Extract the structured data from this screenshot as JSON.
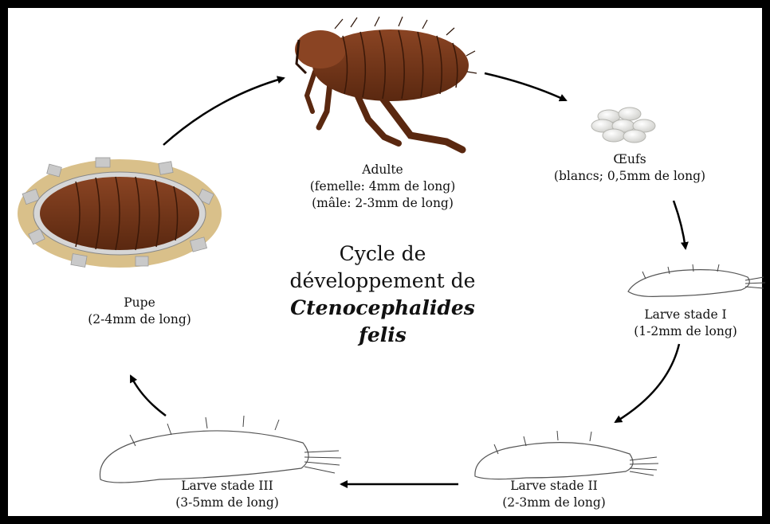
{
  "title": {
    "line1": "Cycle de",
    "line2": "développement de",
    "species": "Ctenocephalides felis"
  },
  "stages": {
    "adult": {
      "name": "Adulte",
      "detail1": "(femelle: 4mm de long)",
      "detail2": "(mâle: 2-3mm de long)"
    },
    "eggs": {
      "name": "Œufs",
      "detail1": "(blancs; 0,5mm de long)"
    },
    "larva1": {
      "name": "Larve stade I",
      "detail1": "(1-2mm de long)"
    },
    "larva2": {
      "name": "Larve stade II",
      "detail1": "(2-3mm de long)"
    },
    "larva3": {
      "name": "Larve stade III",
      "detail1": "(3-5mm de long)"
    },
    "pupa": {
      "name": "Pupe",
      "detail1": "(2-4mm de long)"
    }
  },
  "colors": {
    "frame": "#000000",
    "flea": "#7a3a1c",
    "flea_dark": "#4a1f0c",
    "cocoon_sand": "#d9c08a",
    "cocoon_grey": "#c9c9c9",
    "egg": "#e6e6e2",
    "larva_outline": "#555555"
  }
}
